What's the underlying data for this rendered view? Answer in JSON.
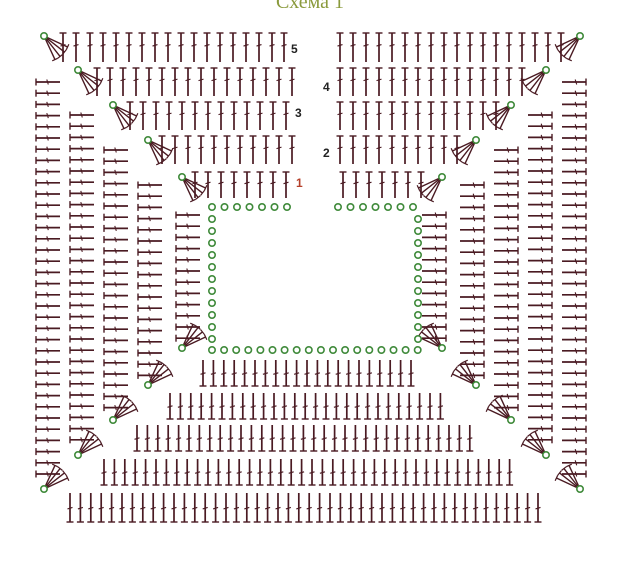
{
  "title": "Схема 1",
  "row_labels": [
    {
      "text": "1",
      "color": "#b5402a"
    },
    {
      "text": "2",
      "color": "#222222"
    },
    {
      "text": "3",
      "color": "#222222"
    },
    {
      "text": "4",
      "color": "#222222"
    },
    {
      "text": "5",
      "color": "#222222"
    }
  ],
  "colors": {
    "stitch": "#4a1a22",
    "chain": "#3f8a3a",
    "background": "#ffffff"
  },
  "legend_symbols": [
    "chain-stitch-circle",
    "double-crochet-stitch"
  ]
}
